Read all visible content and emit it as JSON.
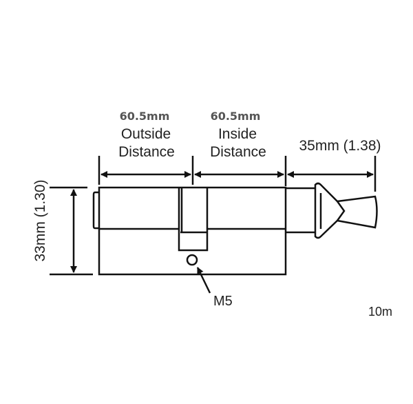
{
  "outside": {
    "value": "60.5mm",
    "line1": "Outside",
    "line2": "Distance"
  },
  "inside": {
    "value": "60.5mm",
    "line1": "Inside",
    "line2": "Distance"
  },
  "knob_length": "35mm (1.38)",
  "height": "33mm (1.30)",
  "screw_label": "M5",
  "corner_label": "10m"
}
